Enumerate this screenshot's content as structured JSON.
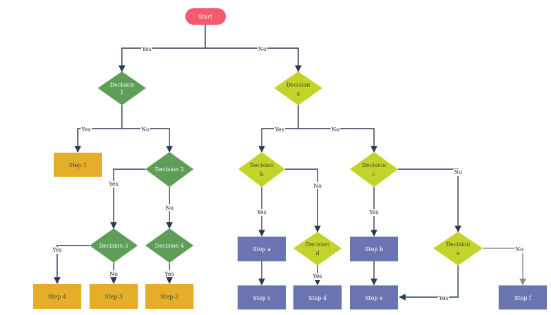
{
  "colors": {
    "start": "#f25c6e",
    "decision_green": "#5e9e57",
    "decision_lime": "#c3d32b",
    "step_orange": "#e5ae2a",
    "step_blue": "#6a74b0",
    "connector": "#2a3b56",
    "connector_gray": "#8a8a8a"
  },
  "nodes": {
    "start": "Start",
    "decision1": [
      "Decision",
      "1"
    ],
    "decision2": "Decision 2",
    "decision3": "Decision 3",
    "decision4": "Decision 4",
    "decision_a": [
      "Decision",
      "a"
    ],
    "decision_b": [
      "Decision",
      "b"
    ],
    "decision_c": [
      "Decision",
      "c"
    ],
    "decision_d": [
      "Decision",
      "d"
    ],
    "decision_e": [
      "Decision",
      "e"
    ],
    "step1": "Step 1",
    "step2": "Step 2",
    "step3": "Step 3",
    "step4": "Step 4",
    "step_a": "Step a",
    "step_b": "Step b",
    "step_c": "Step c",
    "step_d": "Step d",
    "step_e": "Step e",
    "step_f": "Step f"
  },
  "edges": {
    "start_yes": "Yes",
    "start_no": "No",
    "d1_yes": "Yes",
    "d1_no": "No",
    "d2_yes": "Yes",
    "d2_no": "No",
    "d3_yes": "Yes",
    "d3_no": "No",
    "d4_yes": "Yes",
    "da_yes": "Yes",
    "da_no": "No",
    "db_yes": "Yes",
    "db_no": "No",
    "dc_yes": "Yes",
    "dc_no": "No",
    "dd_yes": "Yes",
    "de_yes": "Yes",
    "de_no": "No"
  }
}
